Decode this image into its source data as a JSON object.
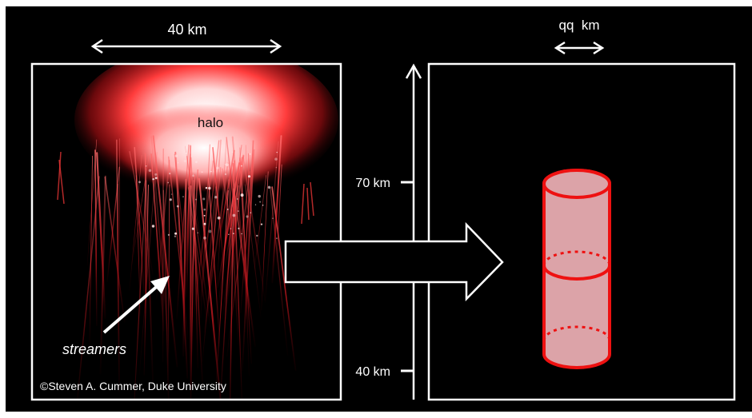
{
  "top_scale_label": "40 km",
  "right_scale_label": "qq  km",
  "halo_label": "halo",
  "streamers_label": "streamers",
  "credit": "©Steven A. Cummer, Duke University",
  "altitude_ticks": [
    "70 km",
    "40 km"
  ],
  "colors": {
    "background": "#000000",
    "frame": "#ffffff",
    "sprite_red": "#ff2a2a",
    "cylinder_fill": "#dca3a8",
    "cylinder_stroke": "#ee1111"
  },
  "icons": [
    "double-arrow-icon",
    "up-arrow-icon",
    "block-arrow-icon",
    "cylinder-icon"
  ]
}
